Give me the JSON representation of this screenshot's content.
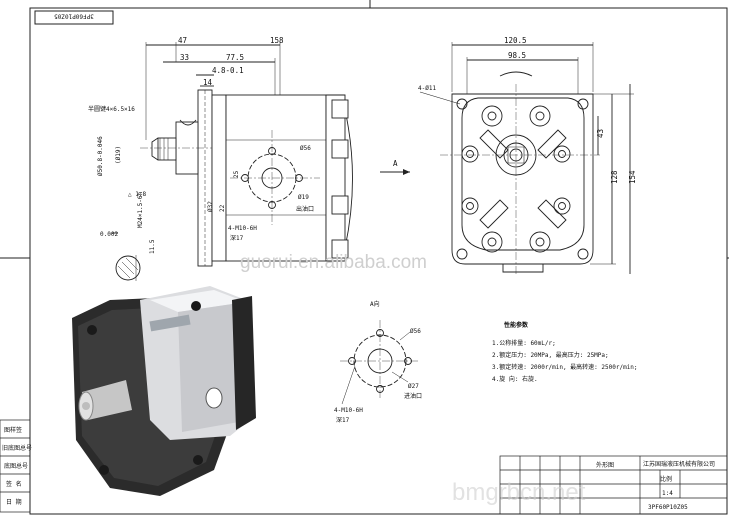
{
  "code_stamp": "3PF60P10Z05",
  "dims_side": {
    "d47": "47",
    "d158": "158",
    "d33": "33",
    "d77_5": "77.5",
    "d4_8": "4.8-0.1",
    "d14": "14",
    "key_label": "半圆键4×6.5×16",
    "shaft_dia": "Ø50.8-0.046",
    "d19": "(Ø19)",
    "taper": "△ 1:8",
    "thread": "M24×1.5-6h",
    "d56": "Ø56",
    "d19b": "Ø19",
    "d32": "Ø32",
    "d22": "22",
    "bolt": "4-M10-6H",
    "depth": "深17",
    "outlet": "出油口",
    "d25": "25",
    "d0_002": "0.002",
    "d11_5": "11.5"
  },
  "dims_front": {
    "d120_5": "120.5",
    "d98_5": "98.5",
    "holes": "4-Ø11",
    "d43": "43",
    "d128": "128",
    "d154": "154"
  },
  "arrow_a": "A",
  "view_a": {
    "title": "A向",
    "d56": "Ø56",
    "d27": "Ø27",
    "bolt": "4-M10-6H",
    "depth": "深17",
    "inlet": "进油口"
  },
  "specs": {
    "title": "性能参数",
    "items": [
      "1.公称排量: 60mL/r;",
      "2.额定压力: 20MPa, 最高压力: 25MPa;",
      "3.额定转速: 2000r/min, 最高转速: 2500r/min;",
      "4.旋 向: 右旋."
    ]
  },
  "left_table": [
    "图样签",
    "旧底图总号",
    "底图总号",
    "签 名",
    "日 期"
  ],
  "title_block": {
    "name": "外形图",
    "company": "江苏国瑞液压机械有限公司",
    "scale_label": "比例",
    "scale": "1:4",
    "drawing_no": "3PF60P10Z05"
  },
  "watermarks": {
    "center": "guorui.en.alibaba.com",
    "corner": "bmgrbcn.net"
  }
}
